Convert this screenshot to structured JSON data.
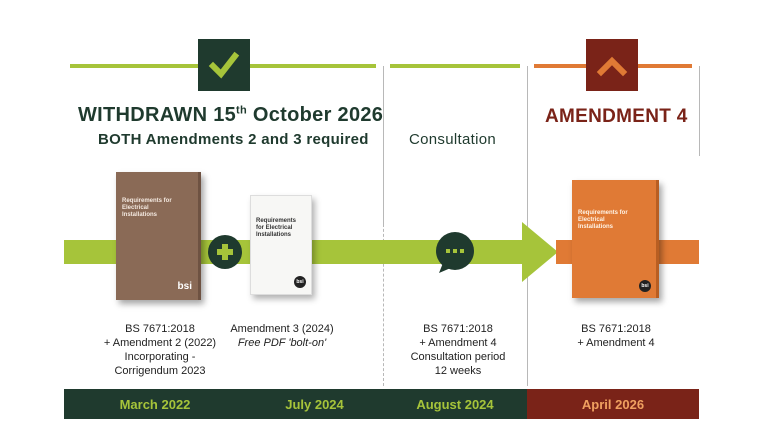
{
  "colors": {
    "dark_green": "#1f3a2e",
    "lime": "#a6c43a",
    "orange": "#e07a35",
    "maroon": "#7a2318",
    "footer_text_green": "#a6c43a",
    "footer_text_orange": "#f0a060"
  },
  "icons": {
    "withdrawn": "check-mark-icon",
    "plus": "plus-icon",
    "consultation": "speech-bubble-icon",
    "amendment": "chevron-up-icon"
  },
  "sections": {
    "withdrawn": {
      "title_main": "WITHDRAWN 15",
      "title_sup": "th",
      "title_rest": " October 2026",
      "subtitle": "BOTH Amendments 2 and 3 required"
    },
    "consultation": {
      "title": "Consultation"
    },
    "amendment": {
      "title": "AMENDMENT 4"
    }
  },
  "books": {
    "bs7671_2018": {
      "title": "Requirements for Electrical Installations",
      "logo": "bsi"
    },
    "amendment3": {
      "title": "Requirements for Electrical Installations",
      "logo": "bsi"
    },
    "amendment4": {
      "title": "Requirements for Electrical Installations",
      "logo": "bsi"
    }
  },
  "captions": {
    "march_2022": [
      "BS 7671:2018",
      "+ Amendment 2 (2022)",
      "Incorporating -",
      "Corrigendum 2023"
    ],
    "july_2024": {
      "line1": "Amendment 3 (2024)",
      "line2": "Free PDF 'bolt-on'"
    },
    "august_2024": [
      "BS 7671:2018",
      "+ Amendment 4",
      "Consultation period",
      "12 weeks"
    ],
    "april_2026": [
      "BS 7671:2018",
      "+ Amendment 4"
    ]
  },
  "footer": {
    "march_2022": "March 2022",
    "july_2024": "July 2024",
    "august_2024": "August 2024",
    "april_2026": "April 2026"
  }
}
